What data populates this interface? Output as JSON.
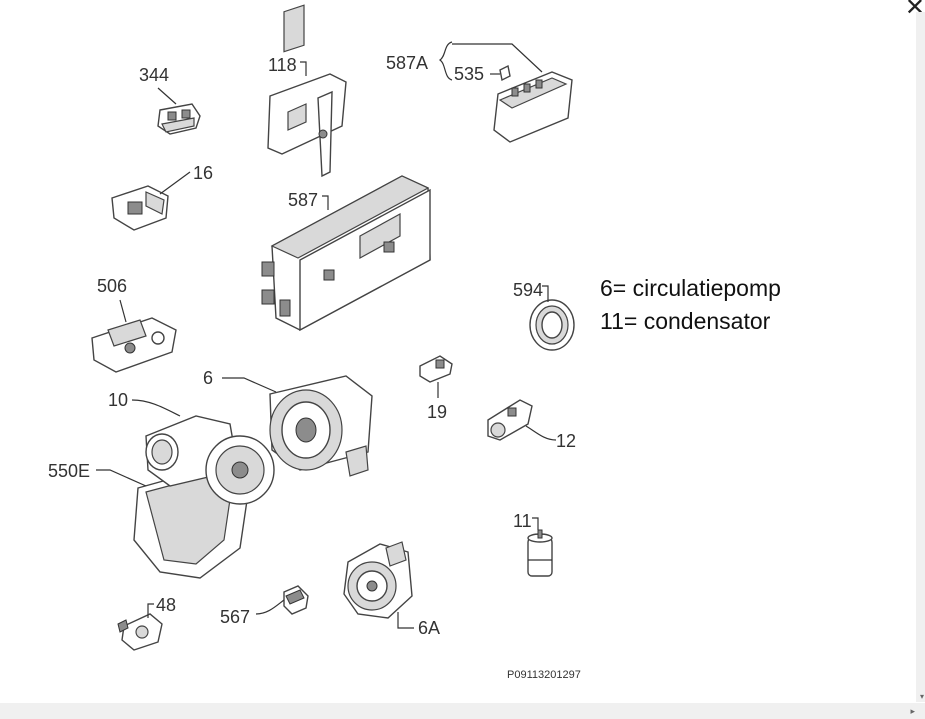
{
  "diagram": {
    "part_labels": {
      "p344": "344",
      "p118": "118",
      "p587A": "587A",
      "p535": "535",
      "p16": "16",
      "p587": "587",
      "p506": "506",
      "p594": "594",
      "p6": "6",
      "p10": "10",
      "p19": "19",
      "p12": "12",
      "p550E": "550E",
      "p11": "11",
      "p48": "48",
      "p567": "567",
      "p6A": "6A"
    },
    "drawing_code": "P09113201297"
  },
  "notes": {
    "line1": "6= circulatiepomp",
    "line2": "11= condensator"
  },
  "window": {
    "close_glyph": "✕",
    "scroll_right_glyph": "▸",
    "scroll_down_glyph": "▾"
  }
}
